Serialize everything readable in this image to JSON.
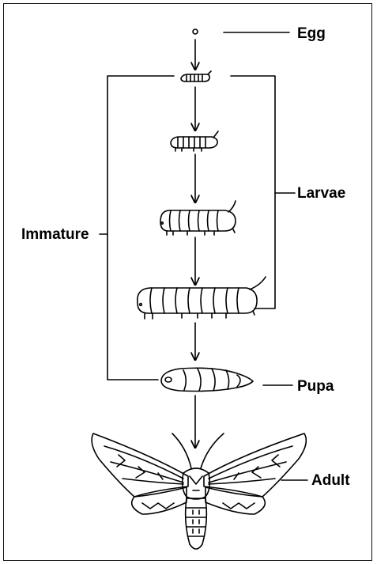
{
  "labels": {
    "egg": "Egg",
    "larvae": "Larvae",
    "immature": "Immature",
    "pupa": "Pupa",
    "adult": "Adult"
  },
  "colors": {
    "ink": "#000000",
    "background": "#ffffff"
  }
}
